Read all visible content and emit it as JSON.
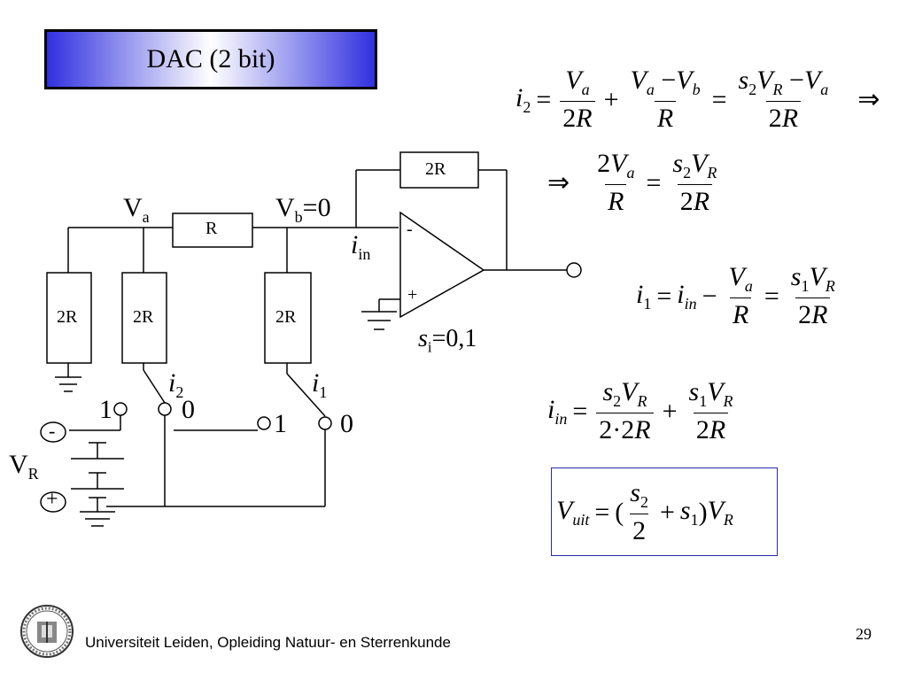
{
  "slide": {
    "title": "DAC (2 bit)",
    "footer": "Universiteit Leiden, Opleiding Natuur- en Sterrenkunde",
    "page_number": "29"
  },
  "circuit": {
    "node_va": "V",
    "node_va_sub": "a",
    "node_vb": "V",
    "node_vb_sub": "b",
    "node_vb_value": "=0",
    "series_resistor": "R",
    "feedback_resistor": "2R",
    "shunt_resistor_1": "2R",
    "shunt_resistor_2": "2R",
    "shunt_resistor_3": "2R",
    "current_in": "i",
    "current_in_sub": "in",
    "current_i2": "i",
    "current_i2_sub": "2",
    "current_i1": "i",
    "current_i1_sub": "1",
    "opamp_minus": "-",
    "opamp_plus": "+",
    "switch_state_label": "s",
    "switch_state_sub": "i",
    "switch_state_values": "=0,1",
    "switch2_pos1": "1",
    "switch2_pos0": "0",
    "switch1_pos1": "1",
    "switch1_pos0": "0",
    "battery_minus": "-",
    "battery_plus": "+",
    "vref_label": "V",
    "vref_sub": "R"
  },
  "equations": {
    "implies": "⇒"
  }
}
